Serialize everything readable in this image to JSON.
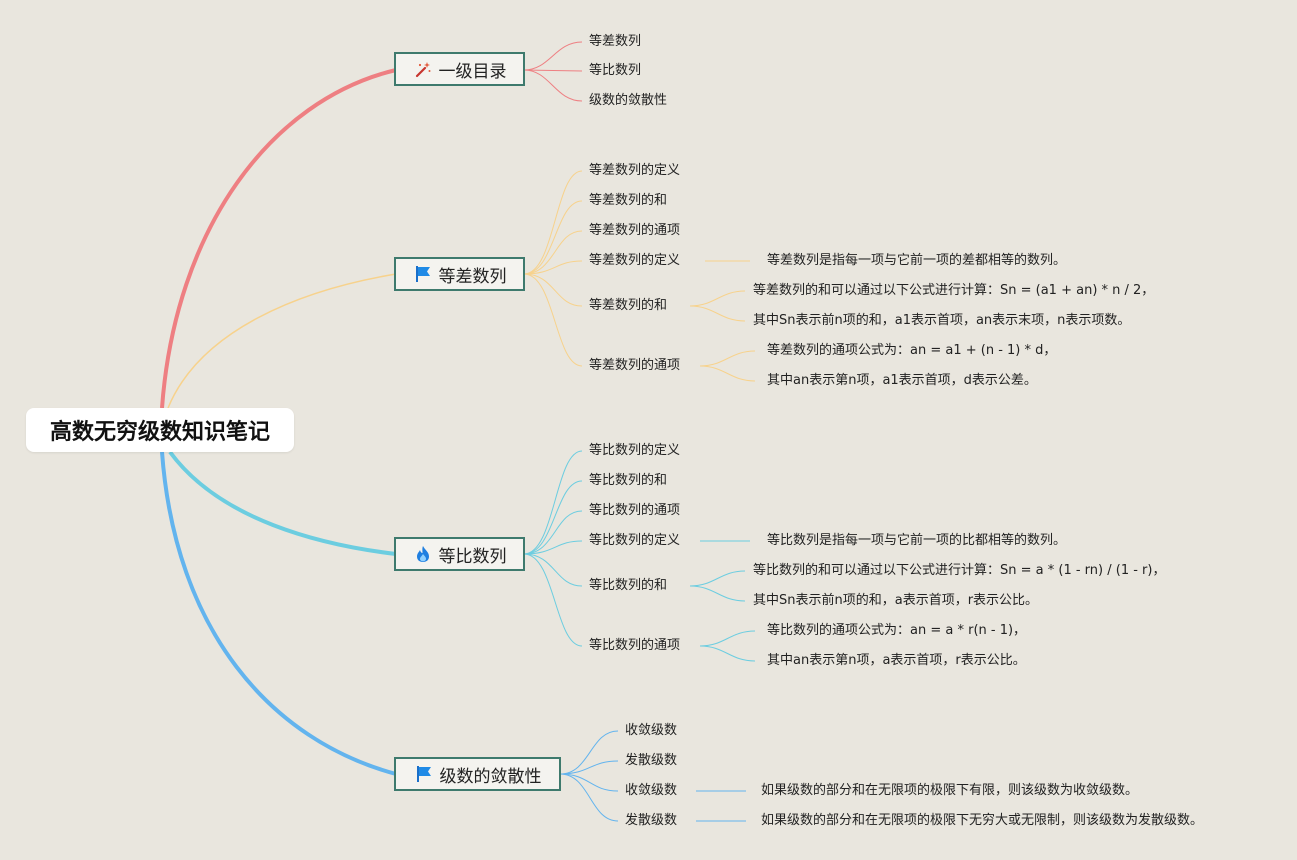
{
  "root": {
    "title": "高数无穷级数知识笔记"
  },
  "colors": {
    "branch1": "#ee7f82",
    "branch2": "#f7d28c",
    "branch3": "#6ccde0",
    "branch4": "#63b4ee",
    "node_border": "#3e7a6d",
    "background": "#e9e6de"
  },
  "branches": [
    {
      "label": "一级目录",
      "icon": "magic-wand-icon",
      "children": [
        {
          "label": "等差数列"
        },
        {
          "label": "等比数列"
        },
        {
          "label": "级数的敛散性"
        }
      ]
    },
    {
      "label": "等差数列",
      "icon": "blue-flag-icon",
      "children": [
        {
          "label": "等差数列的定义"
        },
        {
          "label": "等差数列的和"
        },
        {
          "label": "等差数列的通项"
        },
        {
          "label": "等差数列的定义",
          "notes": [
            "等差数列是指每一项与它前一项的差都相等的数列。"
          ]
        },
        {
          "label": "等差数列的和",
          "notes": [
            "等差数列的和可以通过以下公式进行计算：Sn = (a1 + an) * n / 2，",
            "其中Sn表示前n项的和，a1表示首项，an表示末项，n表示项数。"
          ]
        },
        {
          "label": "等差数列的通项",
          "notes": [
            "等差数列的通项公式为：an = a1 + (n - 1) * d，",
            "其中an表示第n项，a1表示首项，d表示公差。"
          ]
        }
      ]
    },
    {
      "label": "等比数列",
      "icon": "fire-icon",
      "children": [
        {
          "label": "等比数列的定义"
        },
        {
          "label": "等比数列的和"
        },
        {
          "label": "等比数列的通项"
        },
        {
          "label": "等比数列的定义",
          "notes": [
            "等比数列是指每一项与它前一项的比都相等的数列。"
          ]
        },
        {
          "label": "等比数列的和",
          "notes": [
            "等比数列的和可以通过以下公式进行计算：Sn = a * (1 - rn) / (1 - r)，",
            "其中Sn表示前n项的和，a表示首项，r表示公比。"
          ]
        },
        {
          "label": "等比数列的通项",
          "notes": [
            "等比数列的通项公式为：an = a * r(n - 1)，",
            "其中an表示第n项，a表示首项，r表示公比。"
          ]
        }
      ]
    },
    {
      "label": "级数的敛散性",
      "icon": "blue-flag-icon",
      "children": [
        {
          "label": "收敛级数"
        },
        {
          "label": "发散级数"
        },
        {
          "label": "收敛级数",
          "notes": [
            "如果级数的部分和在无限项的极限下有限，则该级数为收敛级数。"
          ]
        },
        {
          "label": "发散级数",
          "notes": [
            "如果级数的部分和在无限项的极限下无穷大或无限制，则该级数为发散级数。"
          ]
        }
      ]
    }
  ]
}
